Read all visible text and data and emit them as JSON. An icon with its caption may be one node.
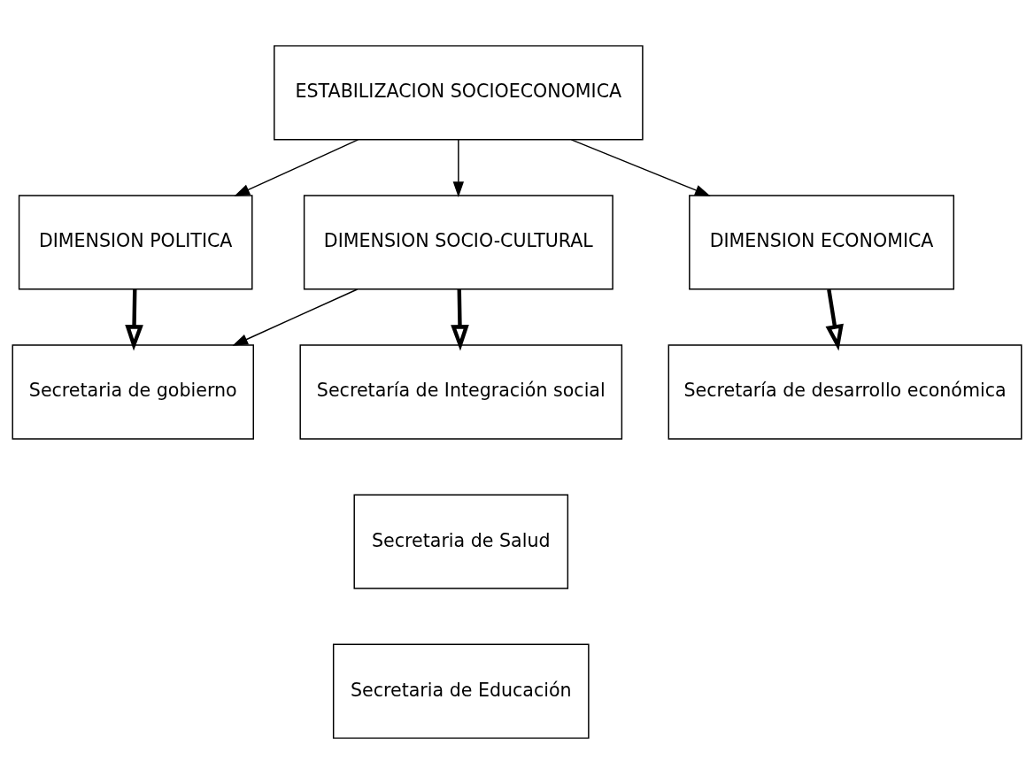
{
  "diagram": {
    "nodes": [
      {
        "text": [
          "ESTABILIZACION SOCIOECONOMICA"
        ]
      },
      {
        "text": [
          "DIMENSION POLITICA"
        ]
      },
      {
        "text": [
          "DIMENSION SOCIO-CULTURAL"
        ]
      },
      {
        "text": [
          "DIMENSION ECONOMICA"
        ]
      },
      {
        "text": [
          "Secretaria de gobierno"
        ]
      },
      {
        "text": [
          "Secretaría de Integración social"
        ]
      },
      {
        "text": [
          "Secretaria de Salud"
        ]
      },
      {
        "text": [
          "Secretaria de Educación"
        ]
      },
      {
        "text": [
          "Secretaría de desarrollo económica"
        ]
      }
    ],
    "edges": [
      {
        "from": 0,
        "to": 1,
        "arrow": "to"
      },
      {
        "from": 0,
        "to": 2,
        "arrow": "to"
      },
      {
        "from": 0,
        "to": 3,
        "arrow": "to"
      },
      {
        "from": 1,
        "to": 4,
        "arrow": "to",
        "style": "thick"
      },
      {
        "from": 2,
        "to": 4,
        "arrow": "to"
      },
      {
        "from": 2,
        "to": 5,
        "arrow": "to",
        "style": "thick"
      },
      {
        "from": 3,
        "to": 8,
        "arrow": "to",
        "style": "thick"
      }
    ]
  }
}
